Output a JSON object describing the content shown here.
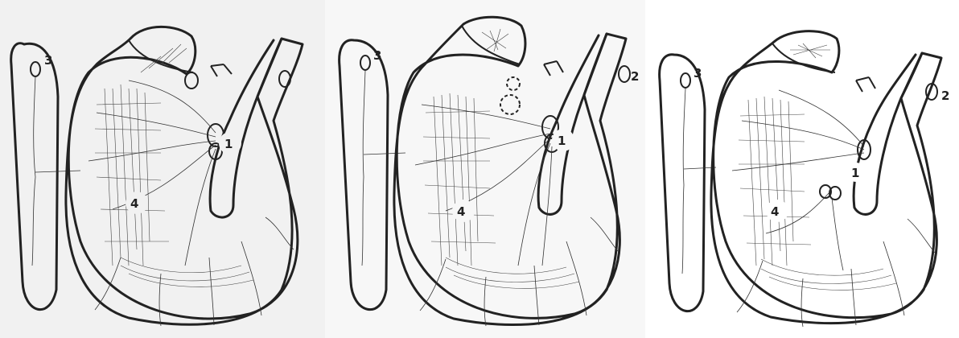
{
  "panels": [
    {
      "labels": {
        "node1": "1",
        "node2": "",
        "node3": "3",
        "node4": "4"
      }
    },
    {
      "labels": {
        "node1": "1",
        "node2": "2",
        "node3": "3",
        "node4": "4"
      }
    },
    {
      "labels": {
        "node1": "1",
        "node2": "2",
        "node3": "3",
        "node4": "4"
      }
    }
  ],
  "colors": {
    "ink": "#222222"
  }
}
